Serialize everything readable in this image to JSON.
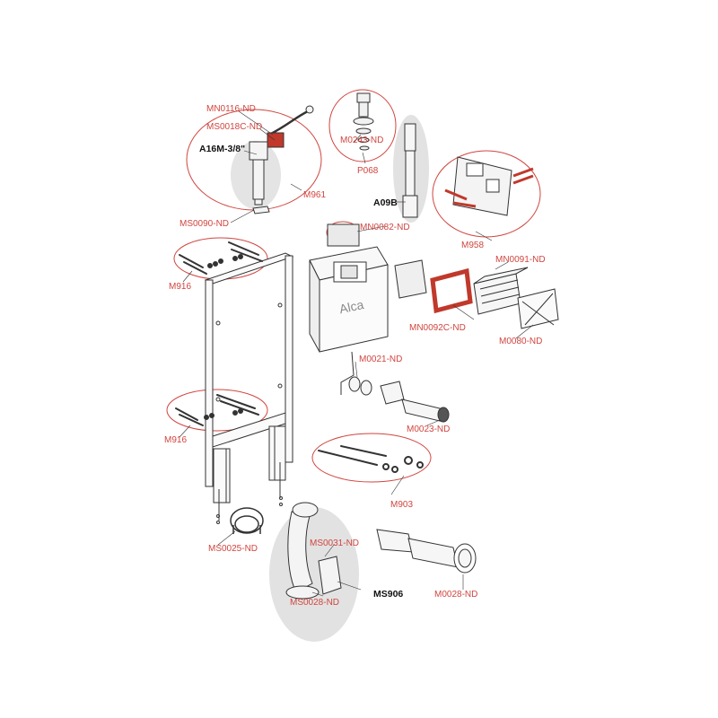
{
  "colors": {
    "callout": "#d0453f",
    "assembly_label": "#111111",
    "line": "#333333",
    "highlight_fill": "#e2e2e2",
    "accent_red": "#c0392b"
  },
  "brand": {
    "logo_text": "Alca"
  },
  "labels": {
    "mn0116": "MN0116-ND",
    "ms0018c": "MS0018C-ND",
    "a16m": "A16M-3/8\"",
    "m961": "M961",
    "ms0090": "MS0090-ND",
    "m0243": "M0243-ND",
    "p068": "P068",
    "a09b": "A09B",
    "mn0082": "MN0082-ND",
    "m958": "M958",
    "mn0091": "MN0091-ND",
    "mn0092c": "MN0092C-ND",
    "m0080": "M0080-ND",
    "m916_top": "M916",
    "m916_bottom": "M916",
    "m0021": "M0021-ND",
    "m0023": "M0023-ND",
    "m903": "M903",
    "ms0025": "MS0025-ND",
    "ms0031": "MS0031-ND",
    "ms906": "MS906",
    "ms0028": "MS0028-ND",
    "m0028": "M0028-ND"
  }
}
